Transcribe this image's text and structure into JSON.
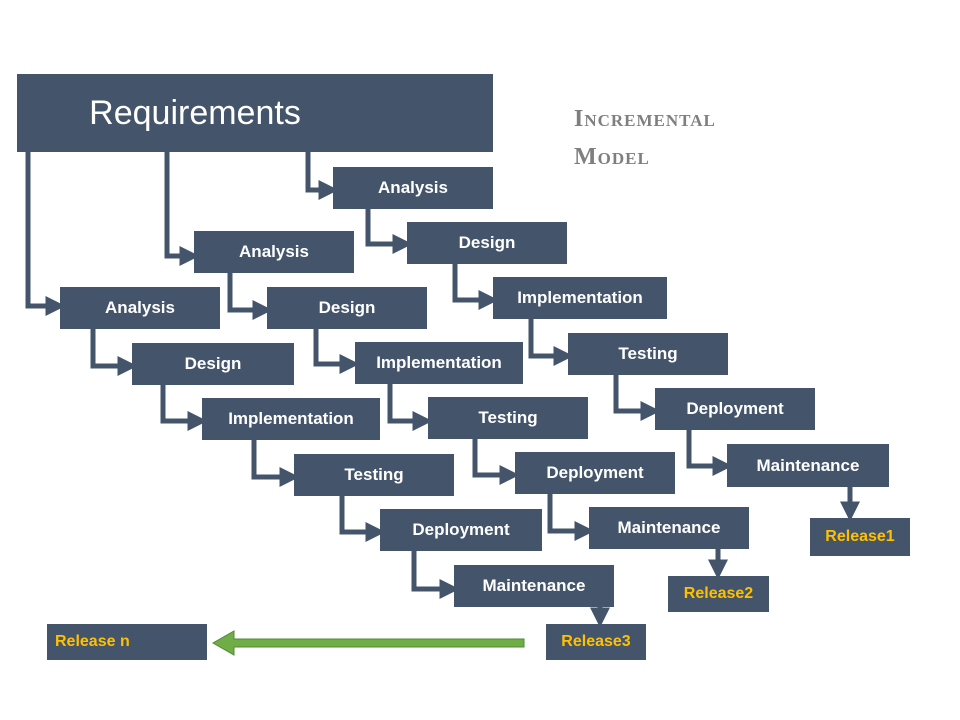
{
  "title": {
    "line1": "Incremental",
    "line2": "Model"
  },
  "requirements": "Requirements",
  "increments": [
    {
      "phases": [
        "Analysis",
        "Design",
        "Implementation",
        "Testing",
        "Deployment",
        "Maintenance"
      ],
      "release": "Release3"
    },
    {
      "phases": [
        "Analysis",
        "Design",
        "Implementation",
        "Testing",
        "Deployment",
        "Maintenance"
      ],
      "release": "Release2"
    },
    {
      "phases": [
        "Analysis",
        "Design",
        "Implementation",
        "Testing",
        "Deployment",
        "Maintenance"
      ],
      "release": "Release1"
    }
  ],
  "final_release": "Release n",
  "colors": {
    "box": "#44546a",
    "release_text": "#ffc000",
    "title": "#7f7f7f",
    "progress_arrow": "#70ad47"
  }
}
